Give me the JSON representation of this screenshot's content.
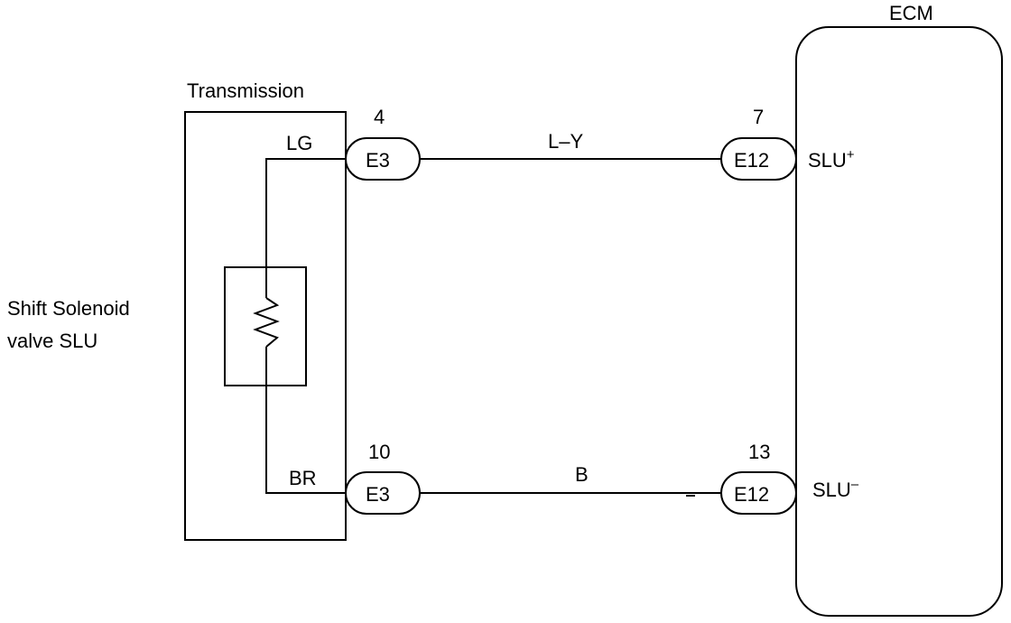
{
  "ecm": {
    "title": "ECM",
    "terminal_plus": "SLU",
    "terminal_plus_sup": "+",
    "terminal_minus": "SLU",
    "terminal_minus_sup": "–"
  },
  "transmission": {
    "title": "Transmission",
    "wire_top_color": "LG",
    "wire_bottom_color": "BR"
  },
  "solenoid": {
    "label_line1": "Shift Solenoid",
    "label_line2": "valve SLU"
  },
  "connectors": {
    "top_left": {
      "name": "E3",
      "pin": "4"
    },
    "top_right": {
      "name": "E12",
      "pin": "7"
    },
    "bottom_left": {
      "name": "E3",
      "pin": "10"
    },
    "bottom_right": {
      "name": "E12",
      "pin": "13"
    }
  },
  "wires": {
    "top": "L–Y",
    "bottom": "B"
  }
}
